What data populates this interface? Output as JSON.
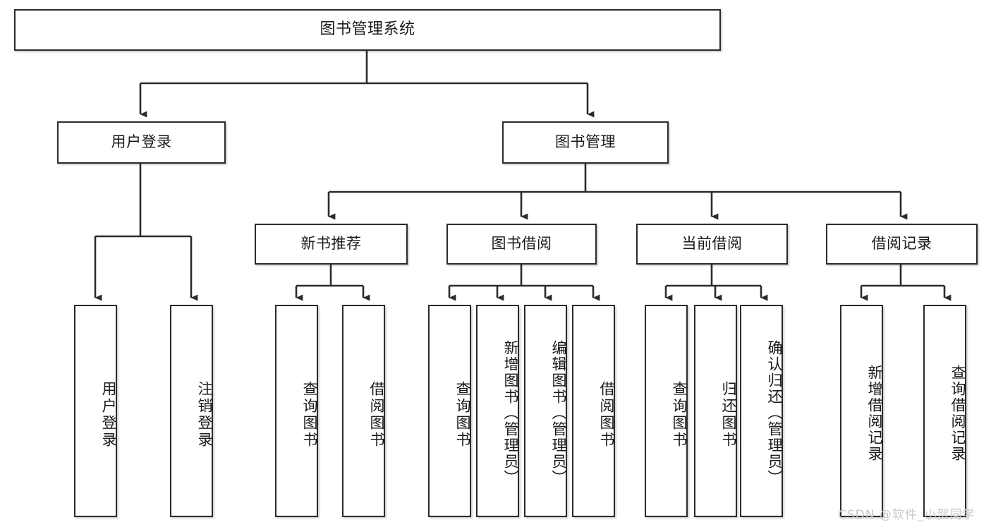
{
  "diagram": {
    "title": "图书管理系统",
    "type": "tree",
    "levels": {
      "root": {
        "label": "图书管理系统"
      },
      "level2": [
        {
          "label": "用户登录"
        },
        {
          "label": "图书管理"
        }
      ],
      "level3": [
        {
          "label": "新书推荐"
        },
        {
          "label": "图书借阅"
        },
        {
          "label": "当前借阅"
        },
        {
          "label": "借阅记录"
        }
      ],
      "leaves": {
        "user_login": [
          {
            "label": "用户登录"
          },
          {
            "label": "注销登录"
          }
        ],
        "new_book_recommend": [
          {
            "label": "查询图书"
          },
          {
            "label": "借阅图书"
          }
        ],
        "book_borrow": [
          {
            "label": "查询图书"
          },
          {
            "label": "新增图书（管理员）"
          },
          {
            "label": "编辑图书（管理员）"
          },
          {
            "label": "借阅图书"
          }
        ],
        "current_borrow": [
          {
            "label": "查询图书"
          },
          {
            "label": "归还图书"
          },
          {
            "label": "确认归还（管理员）"
          }
        ],
        "borrow_record": [
          {
            "label": "新增借阅记录"
          },
          {
            "label": "查询借阅记录"
          }
        ]
      }
    }
  },
  "watermark": {
    "text": "CSDN @软件_小贺同学"
  },
  "colors": {
    "border": "#2b2b2b",
    "text": "#1a1a1a",
    "background": "#ffffff",
    "watermark": "#c9c9c9"
  }
}
